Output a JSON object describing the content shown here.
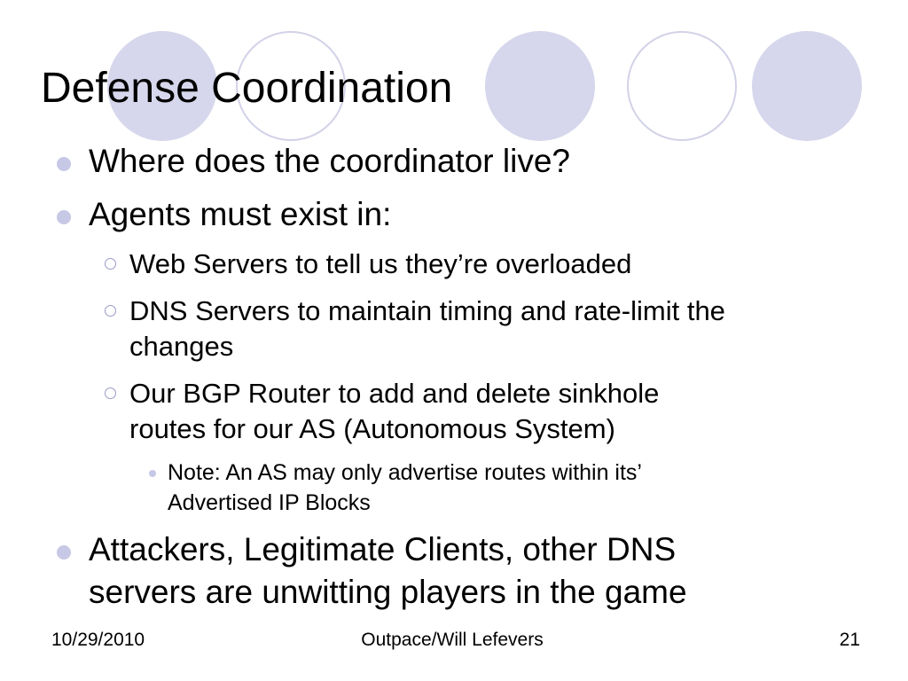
{
  "slide": {
    "title": "Defense Coordination",
    "bullets": [
      {
        "level": 1,
        "lines": [
          "Where does the coordinator live?"
        ]
      },
      {
        "level": 1,
        "lines": [
          "Agents must exist in:"
        ]
      },
      {
        "level": 2,
        "lines": [
          "Web Servers to tell us they’re overloaded"
        ]
      },
      {
        "level": 2,
        "lines": [
          "DNS Servers to maintain timing and rate-limit the",
          "changes"
        ]
      },
      {
        "level": 2,
        "lines": [
          "Our BGP Router to add and delete sinkhole",
          "routes for our AS (Autonomous System)"
        ]
      },
      {
        "level": 3,
        "lines": [
          "Note: An AS may only advertise routes within its’",
          "Advertised IP Blocks"
        ]
      },
      {
        "level": 1,
        "lines": [
          "Attackers, Legitimate Clients, other DNS",
          "servers are unwitting players in the game"
        ]
      }
    ]
  },
  "footer": {
    "date": "10/29/2010",
    "center": "Outpace/Will Lefevers",
    "page_number": "21"
  },
  "colors": {
    "decoration_fill": "#d6d6ec",
    "decoration_outline": "#d2d2e8",
    "bullet": "#c7c7e6"
  }
}
